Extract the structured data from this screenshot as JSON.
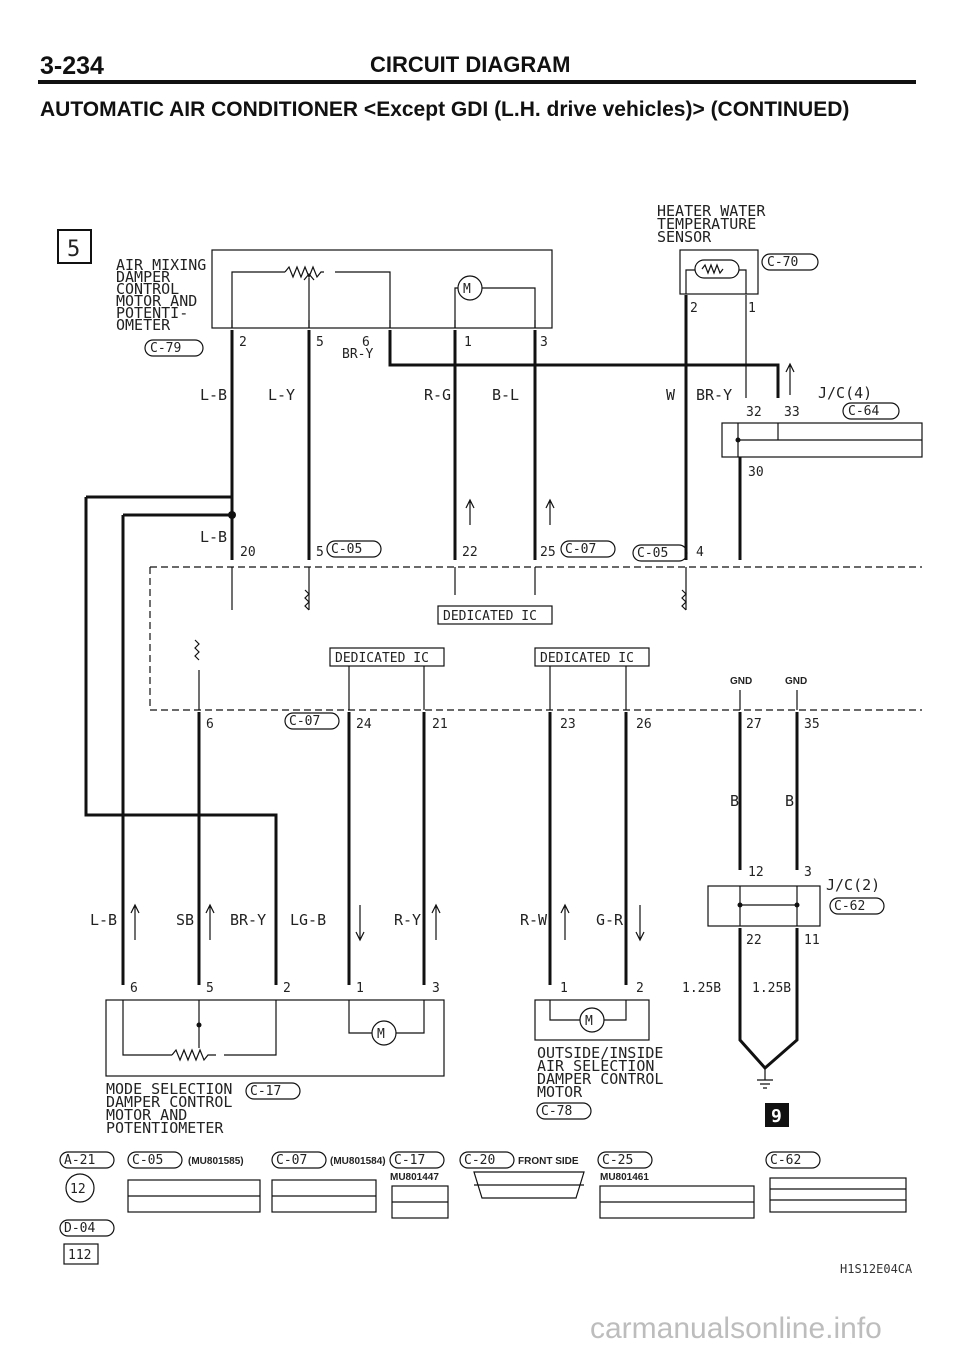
{
  "header": {
    "page_number": "3-234",
    "section_title": "CIRCUIT DIAGRAM",
    "subtitle": "AUTOMATIC AIR CONDITIONER <Except GDI (L.H. drive vehicles)> (CONTINUED)"
  },
  "diagram": {
    "page_ref": "5",
    "page_ref_bottom": "9",
    "components": {
      "air_mixing": {
        "lines": [
          "AIR MIXING",
          "DAMPER",
          "CONTROL",
          "MOTOR AND",
          "POTENTI-",
          "OMETER"
        ],
        "connector": "C-79",
        "pins": [
          "2",
          "5",
          "6",
          "1",
          "3"
        ]
      },
      "heater_sensor": {
        "lines": [
          "HEATER WATER",
          "TEMPERATURE",
          "SENSOR"
        ],
        "connector": "C-70",
        "pins": [
          "2",
          "1"
        ]
      },
      "jc4": {
        "name": "J/C(4)",
        "connector": "C-64",
        "pins": [
          "32",
          "33",
          "30"
        ]
      },
      "jc2": {
        "name": "J/C(2)",
        "connector": "C-62",
        "pins": [
          "12",
          "3",
          "22",
          "11"
        ]
      },
      "ecu": {
        "top_pins": [
          "20",
          "5",
          "22",
          "25",
          "4"
        ],
        "top_conns": [
          "C-05",
          "C-07",
          "C-05"
        ],
        "bottom_pins": [
          "6",
          "24",
          "21",
          "23",
          "26",
          "27",
          "35"
        ],
        "bottom_conn": "C-07",
        "dedicated_ic": "DEDICATED IC",
        "gnd": "GND"
      },
      "mode_motor": {
        "lines": [
          "MODE SELECTION",
          "DAMPER CONTROL",
          "MOTOR AND",
          "POTENTIOMETER"
        ],
        "connector": "C-17",
        "pins": [
          "6",
          "5",
          "2",
          "1",
          "3"
        ]
      },
      "outside_motor": {
        "lines": [
          "OUTSIDE/INSIDE",
          "AIR SELECTION",
          "DAMPER CONTROL",
          "MOTOR"
        ],
        "connector": "C-78",
        "pins": [
          "1",
          "2"
        ]
      }
    },
    "wire_labels": {
      "top": [
        "L-B",
        "L-Y",
        "BR-Y",
        "R-G",
        "B-L",
        "W",
        "BR-Y"
      ],
      "mid": [
        "L-B"
      ],
      "low": [
        "B",
        "B"
      ],
      "bottom": [
        "L-B",
        "SB",
        "BR-Y",
        "LG-B",
        "R-Y",
        "R-W",
        "G-R"
      ],
      "ground": [
        "1.25B",
        "1.25B"
      ]
    },
    "connector_legend": {
      "a21": "A-21",
      "d04": "D-04",
      "c05": {
        "id": "C-05",
        "part": "(MU801585)"
      },
      "c07": {
        "id": "C-07",
        "part": "(MU801584)"
      },
      "c17": {
        "id": "C-17",
        "part": "MU801447"
      },
      "c20": {
        "id": "C-20",
        "note": "FRONT SIDE"
      },
      "c25": {
        "id": "C-25",
        "part": "MU801461"
      },
      "c62": {
        "id": "C-62"
      }
    }
  },
  "footer": {
    "code": "H1S12E04CA",
    "watermark": "carmanualsonline.info"
  }
}
